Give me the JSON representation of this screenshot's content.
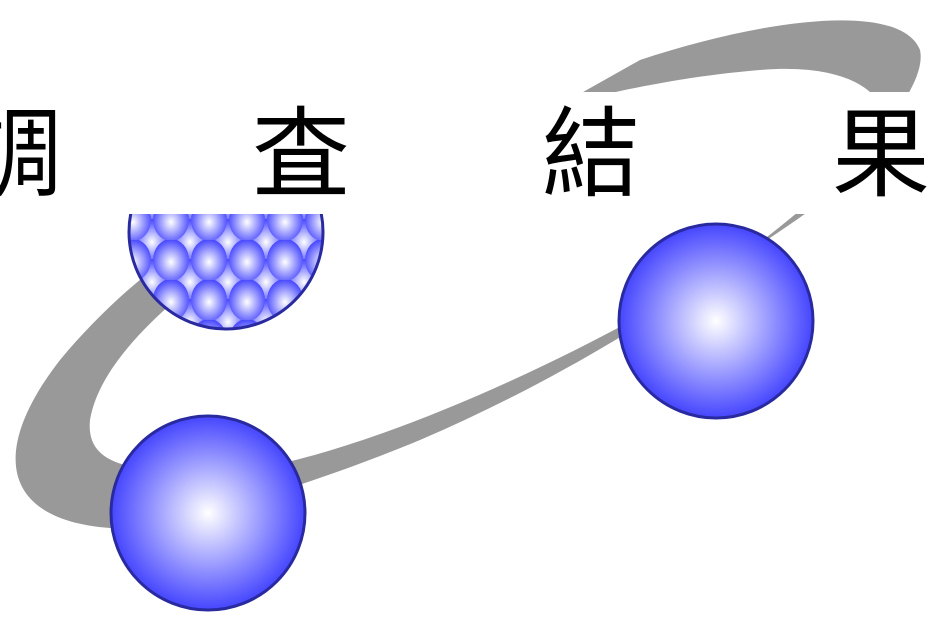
{
  "title": {
    "characters": [
      "調",
      "査",
      "結",
      "果"
    ]
  },
  "graphic": {
    "orbit_color": "#999999",
    "sphere_color": "#3333ff",
    "sphere_highlight": "#ffffff",
    "sphere_outline": "#2a2aa0",
    "pattern_dark": "#000000",
    "icon": "orbit-with-spheres-icon"
  }
}
